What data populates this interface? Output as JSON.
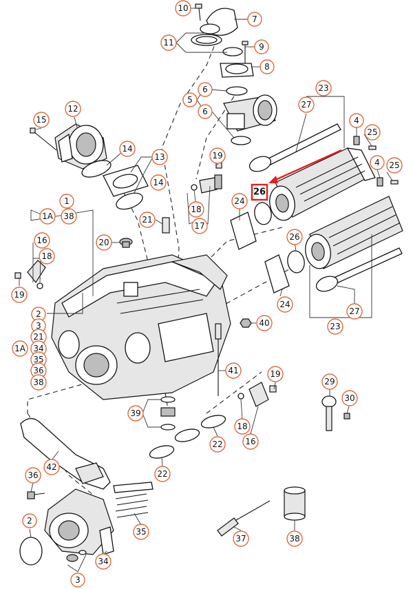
{
  "diagram": {
    "accent_color": "#e06a3b",
    "highlight_color": "#e02020",
    "highlighted_part": "26",
    "callouts": [
      {
        "id": "b10",
        "label": "10"
      },
      {
        "id": "b7",
        "label": "7"
      },
      {
        "id": "b11",
        "label": "11"
      },
      {
        "id": "b9",
        "label": "9"
      },
      {
        "id": "b8",
        "label": "8"
      },
      {
        "id": "b6a",
        "label": "6"
      },
      {
        "id": "b5",
        "label": "5"
      },
      {
        "id": "b6b",
        "label": "6"
      },
      {
        "id": "b23a",
        "label": "23"
      },
      {
        "id": "b27a",
        "label": "27"
      },
      {
        "id": "b12",
        "label": "12"
      },
      {
        "id": "b15",
        "label": "15"
      },
      {
        "id": "b14a",
        "label": "14"
      },
      {
        "id": "b13",
        "label": "13"
      },
      {
        "id": "b14b",
        "label": "14"
      },
      {
        "id": "b4a",
        "label": "4"
      },
      {
        "id": "b25a",
        "label": "25"
      },
      {
        "id": "b4b",
        "label": "4"
      },
      {
        "id": "b25b",
        "label": "25"
      },
      {
        "id": "b19a",
        "label": "19"
      },
      {
        "id": "b1",
        "label": "1"
      },
      {
        "id": "b1a1",
        "label": "1A"
      },
      {
        "id": "b38a",
        "label": "38"
      },
      {
        "id": "b24a",
        "label": "24"
      },
      {
        "id": "b18a",
        "label": "18"
      },
      {
        "id": "b17",
        "label": "17"
      },
      {
        "id": "b21a",
        "label": "21"
      },
      {
        "id": "b16a",
        "label": "16"
      },
      {
        "id": "b18b",
        "label": "18"
      },
      {
        "id": "b20",
        "label": "20"
      },
      {
        "id": "b26b",
        "label": "26"
      },
      {
        "id": "b19b",
        "label": "19"
      },
      {
        "id": "b24b",
        "label": "24"
      },
      {
        "id": "b27b",
        "label": "27"
      },
      {
        "id": "b23b",
        "label": "23"
      },
      {
        "id": "b2a",
        "label": "2"
      },
      {
        "id": "b3a",
        "label": "3"
      },
      {
        "id": "b21b",
        "label": "21"
      },
      {
        "id": "b1a2",
        "label": "1A"
      },
      {
        "id": "b34a",
        "label": "34"
      },
      {
        "id": "b35a",
        "label": "35"
      },
      {
        "id": "b36a",
        "label": "36"
      },
      {
        "id": "b38b",
        "label": "38"
      },
      {
        "id": "b40",
        "label": "40"
      },
      {
        "id": "b41",
        "label": "41"
      },
      {
        "id": "b19c",
        "label": "19"
      },
      {
        "id": "b29",
        "label": "29"
      },
      {
        "id": "b30",
        "label": "30"
      },
      {
        "id": "b39",
        "label": "39"
      },
      {
        "id": "b18c",
        "label": "18"
      },
      {
        "id": "b16b",
        "label": "16"
      },
      {
        "id": "b22a",
        "label": "22"
      },
      {
        "id": "b42",
        "label": "42"
      },
      {
        "id": "b22b",
        "label": "22"
      },
      {
        "id": "b36b",
        "label": "36"
      },
      {
        "id": "b2b",
        "label": "2"
      },
      {
        "id": "b35b",
        "label": "35"
      },
      {
        "id": "b34b",
        "label": "34"
      },
      {
        "id": "b3b",
        "label": "3"
      },
      {
        "id": "b37",
        "label": "37"
      },
      {
        "id": "b38c",
        "label": "38"
      }
    ]
  }
}
